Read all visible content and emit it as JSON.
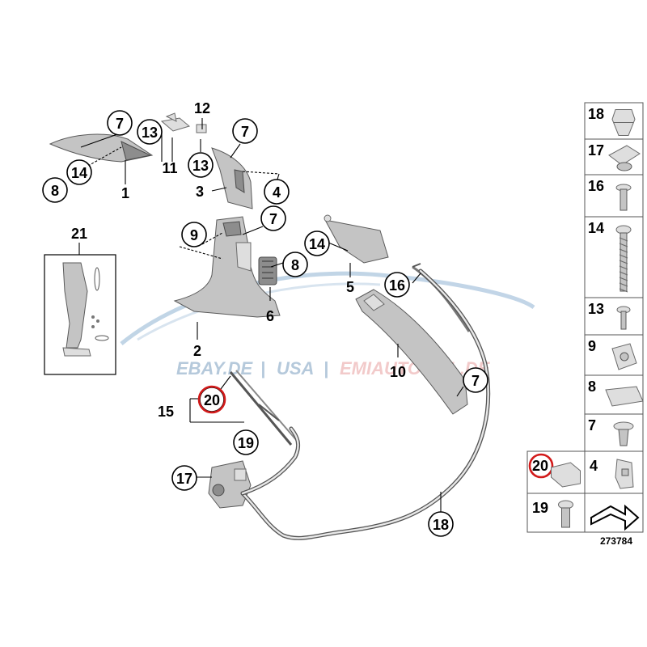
{
  "diagram_number": "273784",
  "watermark": {
    "text_left": "EBAY.DE",
    "sep1": "|",
    "text_mid": "USA",
    "sep2": "|",
    "text_right": "EMIAUTOTEIL.DE",
    "color_blue": "#7a9dbf",
    "color_red": "#e8a0a0"
  },
  "highlight_color": "#d21a1a",
  "callouts": {
    "c7a": "7",
    "c13a": "13",
    "c12": "12",
    "c7b": "7",
    "c14a": "14",
    "c8a": "8",
    "c1": "1",
    "c11": "11",
    "c13b": "13",
    "c3": "3",
    "c4": "4",
    "c21": "21",
    "c9": "9",
    "c7c": "7",
    "c14b": "14",
    "c8b": "8",
    "c5": "5",
    "c16": "16",
    "c6": "6",
    "c2": "2",
    "c10": "10",
    "c7d": "7",
    "c15": "15",
    "c20": "20",
    "c19": "19",
    "c17": "17",
    "c18": "18"
  },
  "legend": [
    {
      "num": "18",
      "icon": "clip-icon"
    },
    {
      "num": "17",
      "icon": "clip-nut-icon"
    },
    {
      "num": "16",
      "icon": "screw-short-icon"
    },
    {
      "num": "14",
      "icon": "screw-long-icon"
    },
    {
      "num": "13",
      "icon": "rivet-icon"
    },
    {
      "num": "9",
      "icon": "clip-bracket-icon"
    },
    {
      "num": "8",
      "icon": "pad-icon"
    },
    {
      "num": "7",
      "icon": "push-clip-icon"
    },
    {
      "num": "20",
      "icon": "bracket-icon",
      "highlighted": true
    },
    {
      "num": "4",
      "icon": "hook-icon"
    },
    {
      "num": "19",
      "icon": "bolt-icon"
    },
    {
      "num": "",
      "icon": "arrow-icon"
    }
  ]
}
